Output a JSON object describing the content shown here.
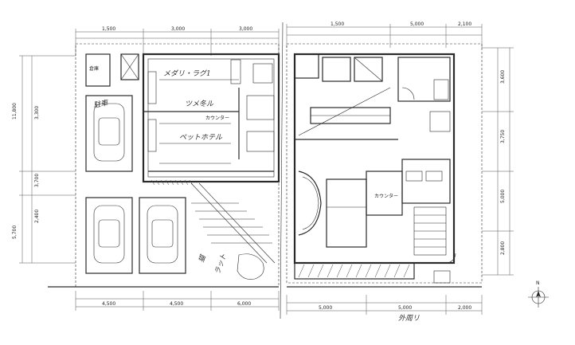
{
  "dimensions_top_left": [
    "1,500",
    "3,000",
    "3,000"
  ],
  "dimensions_top_right": [
    "1,500",
    "5,000",
    "2,100"
  ],
  "dimensions_bottom_left": [
    "4,500",
    "4,500",
    "6,000"
  ],
  "dimensions_bottom_right": [
    "5,000",
    "5,000",
    "2,000"
  ],
  "dimensions_left": [
    "3,300",
    "11,800",
    "3,700",
    "2,400",
    "5,700"
  ],
  "dimensions_right": [
    "3,600",
    "3,750",
    "5,000",
    "2,800"
  ],
  "labels": {
    "top_storage": "倉庫",
    "left_parking": "駐車",
    "hand_note_1": "メダリ・ラグ1",
    "hand_note_2": "ペットホテル",
    "hand_note_3": "ツメ冬ル",
    "hand_note_4": "猫",
    "hand_note_5": "ラット",
    "counter_1": "カウンター",
    "counter_2": "カウンター",
    "bottom_hand": "外周リ"
  },
  "compass": {
    "label": "N"
  }
}
